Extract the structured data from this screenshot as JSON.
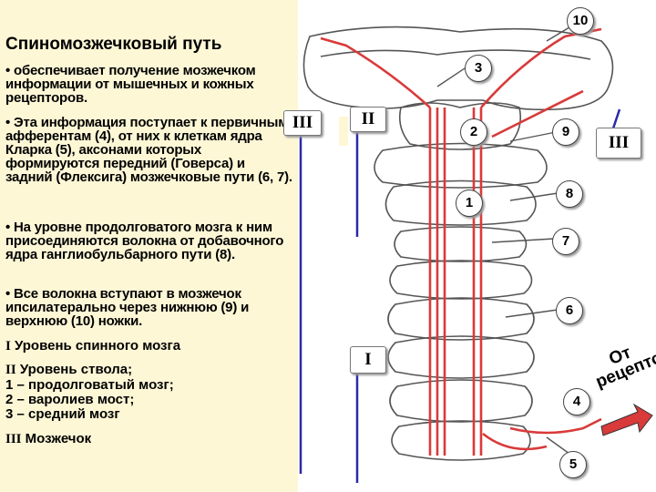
{
  "text": {
    "title": "Спиномозжечковый путь",
    "p1": "• обеспечивает получение мозжечком информации от мышечных и кожных рецепторов.",
    "p2": "• Эта информация поступает к первичным афферентам (4), от них к клеткам ядра Кларка (5), аксонами которых формируются передний (Говерса) и задний (Флексига) мозжечковые пути (6, 7).",
    "p3": "• На уровне продолговатого мозга к ним присоединяются волокна от добавочного ядра ганглиобульбарного пути (8).",
    "p4": "• Все волокна вступают в мозжечок ипсилатерально через нижнюю (9) и верхнюю (10) ножки.",
    "legend": {
      "l1_roman": "I",
      "l1_text": " Уровень спинного мозга",
      "l2_roman": "II",
      "l2_text": " Уровень ствола;",
      "l3": "1 – продолговатый мозг;",
      "l4": "2 – варолиев мост;",
      "l5": "3 – средний мозг",
      "l6_roman": "III",
      "l6_text": " Мозжечок"
    }
  },
  "diagram": {
    "level_boxes": {
      "III_left": "III",
      "II": "II",
      "I": "I",
      "III_right": "III"
    },
    "numbers": {
      "n10": "10",
      "n3": "3",
      "n2": "2",
      "n9": "9",
      "n1": "1",
      "n8": "8",
      "n7": "7",
      "n6": "6",
      "n4": "4",
      "n5": "5"
    },
    "receptor_label": "От рецепторов",
    "colors": {
      "pathway": "#d93a3a",
      "outline": "#555555",
      "level_marker": "#2a2aa8",
      "text_bg": "#fdf7d6"
    }
  }
}
